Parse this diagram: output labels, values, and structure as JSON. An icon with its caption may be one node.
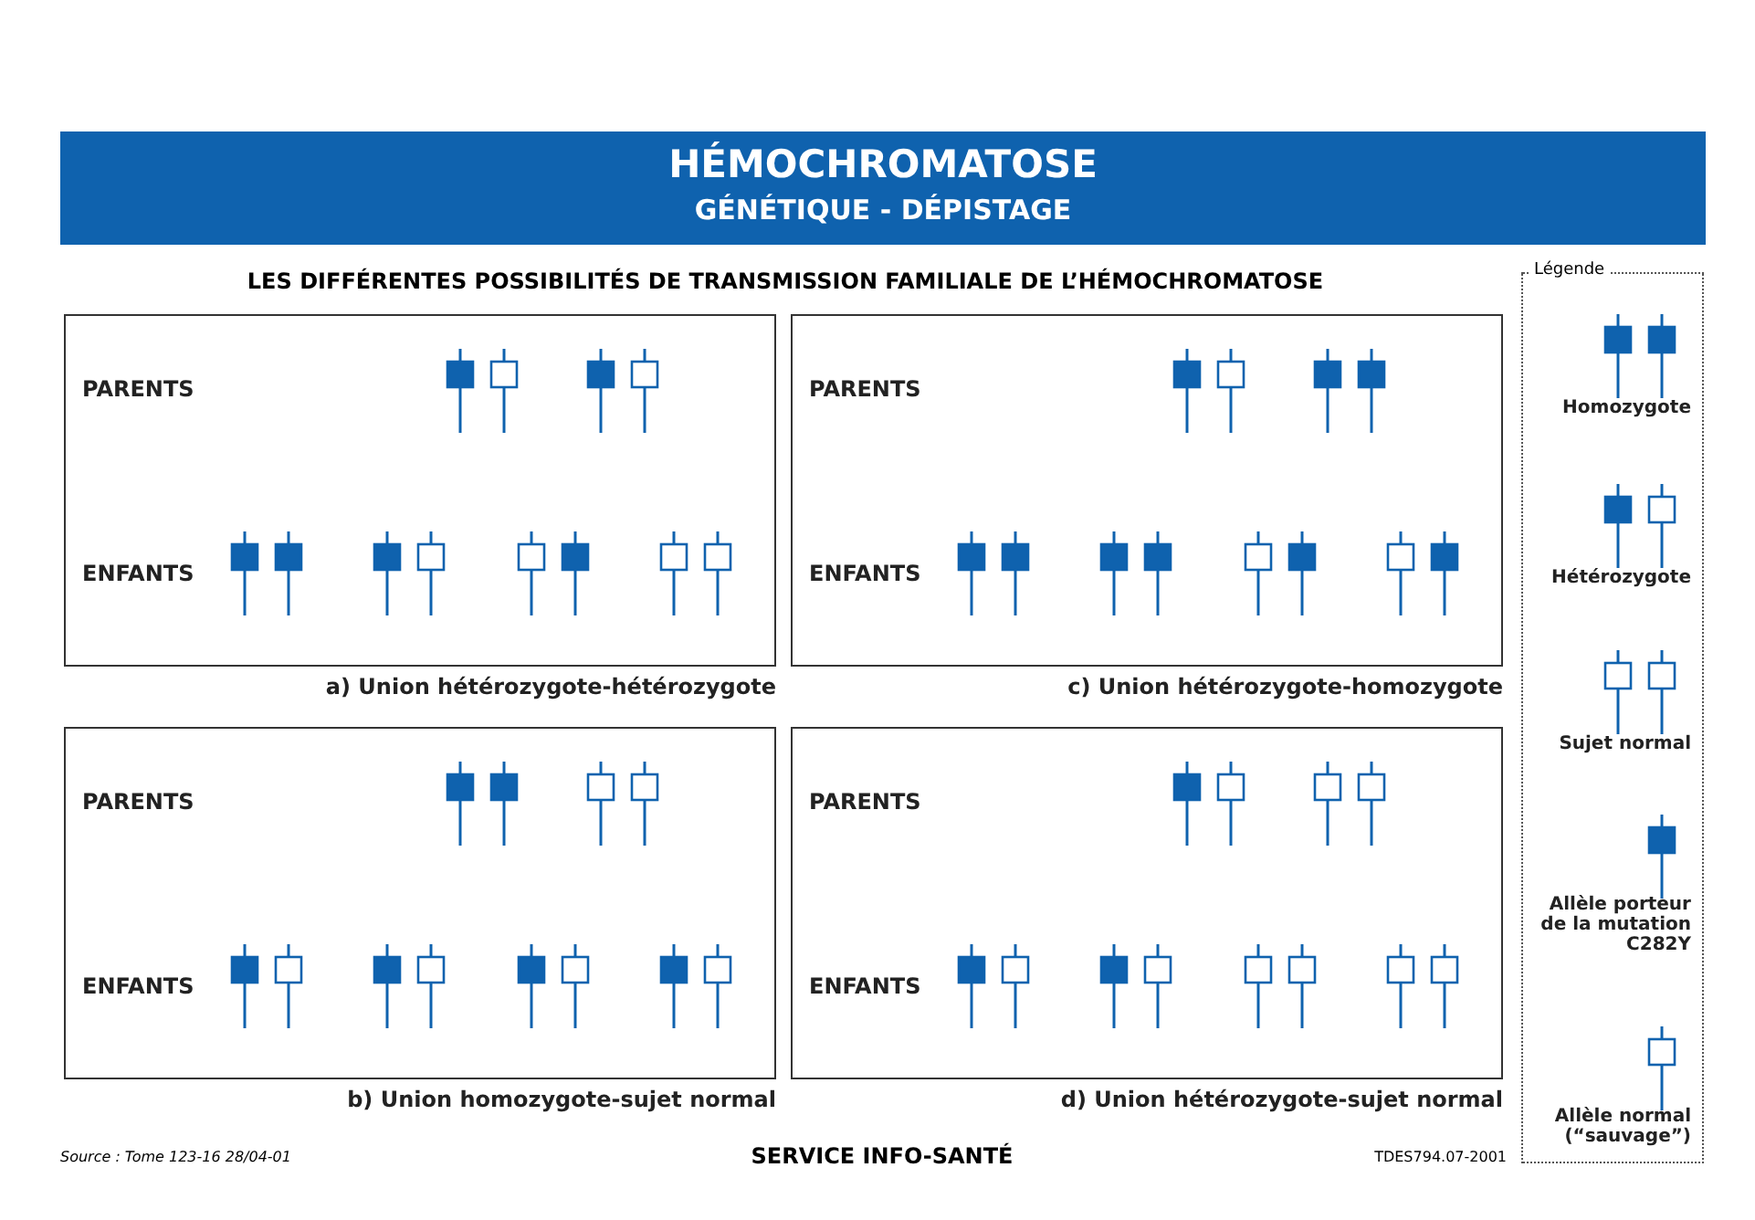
{
  "diagram": {
    "title": "HÉMOCHROMATOSE",
    "labels": [
      "GÉNÉTIQUE - DÉPISTAGE",
      "LES DIFFÉRENTES POSSIBILITÉS DE TRANSMISSION FAMILIALE DE L’HÉMOCHROMATOSE",
      "Légende",
      "PARENTS",
      "ENFANTS",
      "a) Union hétérozygote-hétérozygote",
      "PARENTS",
      "ENFANTS",
      "c) Union hétérozygote-homozygote",
      "PARENTS",
      "ENFANTS",
      "b) Union homozygote-sujet normal",
      "PARENTS",
      "ENFANTS",
      "d) Union hétérozygote-sujet normal",
      "Source : Tome 123-16 28/04-01",
      "SERVICE INFO-SANTÉ",
      "TDES794.07-2001"
    ],
    "legend": [
      {
        "text": "Homozygote"
      },
      {
        "text": "Hétérozygote"
      },
      {
        "text": "Sujet normal"
      },
      {
        "text": "Allèle porteur de la mutation C282Y"
      },
      {
        "text": "Allèle normal (“sauvage”)"
      }
    ]
  }
}
